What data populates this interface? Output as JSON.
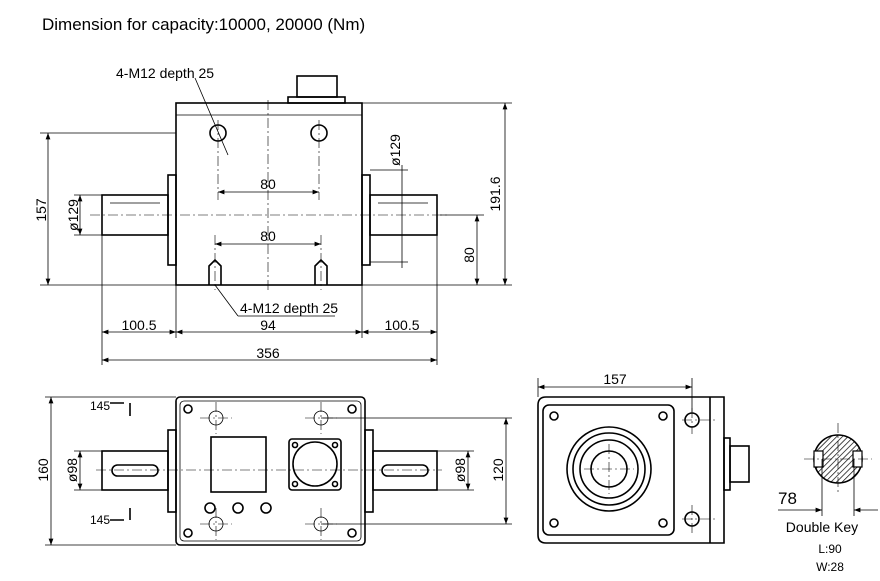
{
  "title": "Dimension for capacity:10000, 20000 (Nm)",
  "top_view": {
    "hole_note_top": "4-M12 depth 25",
    "hole_note_bottom": "4-M12 depth 25",
    "dim_height_157": "157",
    "dim_total_height": "191.6",
    "dim_shaft_dia_left": "ø129",
    "dim_shaft_dia_right": "ø129",
    "dim_hole_spacing_top": "80",
    "dim_hole_spacing_bottom": "80",
    "dim_center_height": "80",
    "dim_shaft_left": "100.5",
    "dim_body_width": "94",
    "dim_shaft_right": "100.5",
    "dim_total_length": "356"
  },
  "front_view": {
    "dim_height": "160",
    "dim_shaft_dia_left": "ø98",
    "dim_shaft_dia_right": "ø98",
    "dim_bolt_spacing": "120",
    "section_mark_top": "145",
    "section_mark_bottom": "145"
  },
  "side_view": {
    "dim_width": "157"
  },
  "key_section": {
    "dim_key": "78",
    "label": "Double Key",
    "length": "L:90",
    "width": "W:28"
  }
}
